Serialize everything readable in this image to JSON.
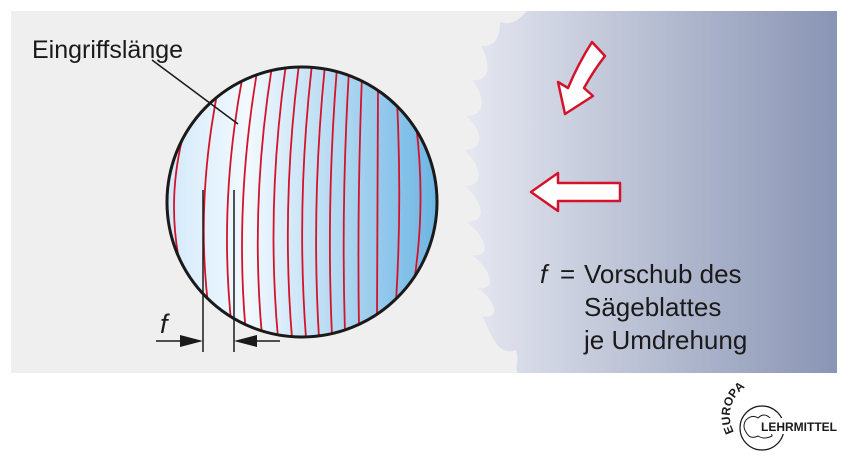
{
  "diagram": {
    "label_engagement": "Eingriffslänge",
    "feed_symbol": "f",
    "legend_symbol": "f",
    "legend_equals": "=",
    "legend_line1": "Vorschub des",
    "legend_line2": "Sägeblattes",
    "legend_line3": "je Umdrehung"
  },
  "logo": {
    "top_text": "EUROPA",
    "right_text": "LEHRMITTEL"
  },
  "colors": {
    "panel_background": "#efefef",
    "cut_lines": "#d4132a",
    "arrow_outline": "#d4132a",
    "saw_blade_light": "#e4e6f0",
    "saw_blade_dark": "#8c98b6",
    "workpiece_light": "#eaf5fd",
    "workpiece_dark": "#7cbfe8"
  }
}
